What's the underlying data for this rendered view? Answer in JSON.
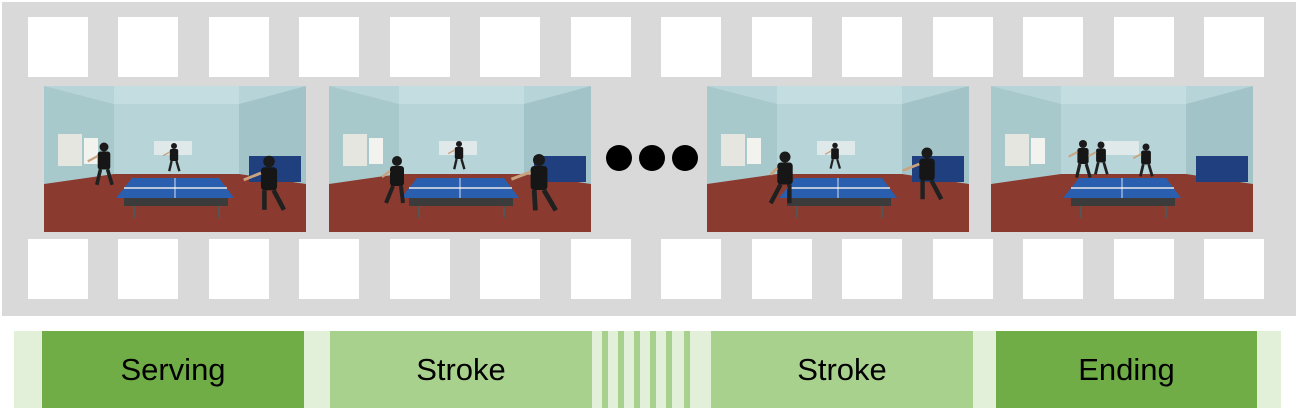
{
  "colors": {
    "strip": "#d9d9d9",
    "timeline_bg": "#e2f0d9",
    "dark_green": "#70ad47",
    "light_green": "#a9d18e",
    "stripe_green": "#c5e0b4"
  },
  "frames": [
    {
      "description_icon": "table-tennis-frame-icon"
    },
    {
      "description_icon": "table-tennis-frame-icon"
    },
    {
      "description_icon": "table-tennis-frame-icon"
    },
    {
      "description_icon": "table-tennis-frame-icon"
    }
  ],
  "timeline": {
    "segments": [
      {
        "label": "Serving"
      },
      {
        "label": "Stroke"
      },
      {
        "label": "Stroke"
      },
      {
        "label": "Ending"
      }
    ]
  }
}
